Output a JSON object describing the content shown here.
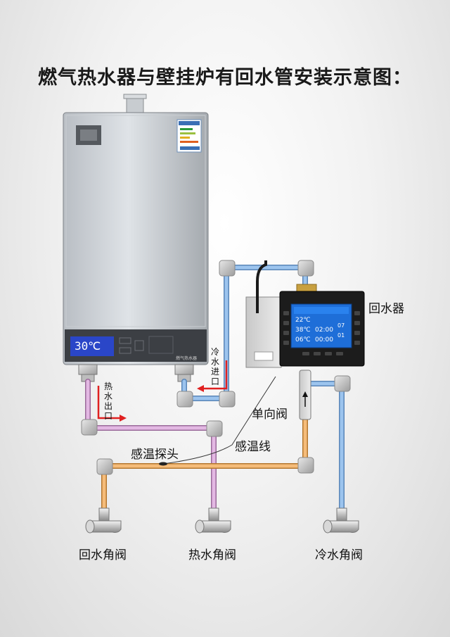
{
  "title": "燃气热水器与壁挂炉有回水管安装示意图：",
  "heater": {
    "display_value": "30℃",
    "brand_text": "燃气热水器"
  },
  "labels": {
    "recirculator": "回水器",
    "cold_inlet": "冷水进口",
    "hot_outlet": "热水出口",
    "check_valve": "单向阀",
    "sensor_wire": "感温线",
    "sensor_probe": "感温探头",
    "return_valve": "回水角阀",
    "hot_valve": "热水角阀",
    "cold_valve": "冷水角阀"
  },
  "panel": {
    "screen_values": [
      "22℃",
      "38℃",
      "06℃",
      "02:00",
      "00:00",
      "07",
      "01"
    ]
  },
  "colors": {
    "hot_pipe": "#d9a8d9",
    "cold_pipe": "#8fb8e8",
    "return_pipe": "#f0b070",
    "arrow": "#e02020",
    "screen": "#1e6ed8"
  }
}
